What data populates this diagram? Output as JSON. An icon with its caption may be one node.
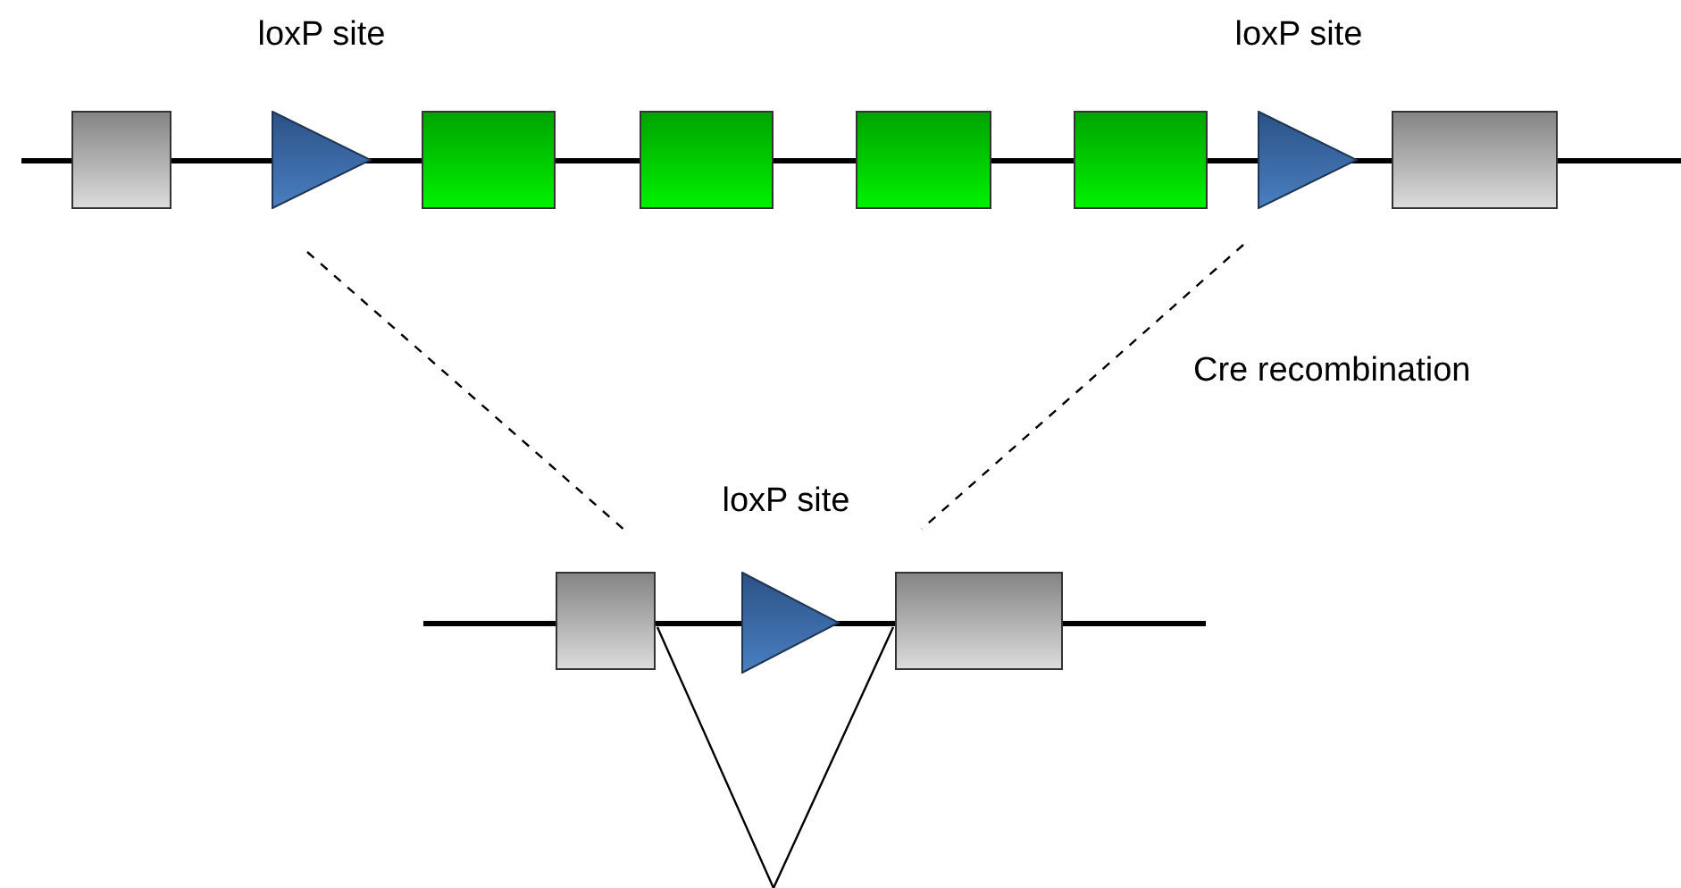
{
  "diagram": {
    "nodes": [
      {
        "text": [],
        "shape": "box"
      },
      {
        "text": [],
        "shape": "triangle",
        "beside": [
          "loxP site"
        ]
      },
      {
        "text": [],
        "shape": "box"
      },
      {
        "text": [],
        "shape": "box"
      },
      {
        "text": [],
        "shape": "box"
      },
      {
        "text": [],
        "shape": "box"
      },
      {
        "text": [],
        "shape": "triangle",
        "beside": [
          "loxP site"
        ]
      },
      {
        "text": [],
        "shape": "box"
      },
      {
        "text": [],
        "shape": "box"
      },
      {
        "text": [],
        "shape": "triangle",
        "beside": [
          "loxP site"
        ]
      },
      {
        "text": [],
        "shape": "box"
      }
    ],
    "labels": [
      "Cre recombination"
    ]
  }
}
